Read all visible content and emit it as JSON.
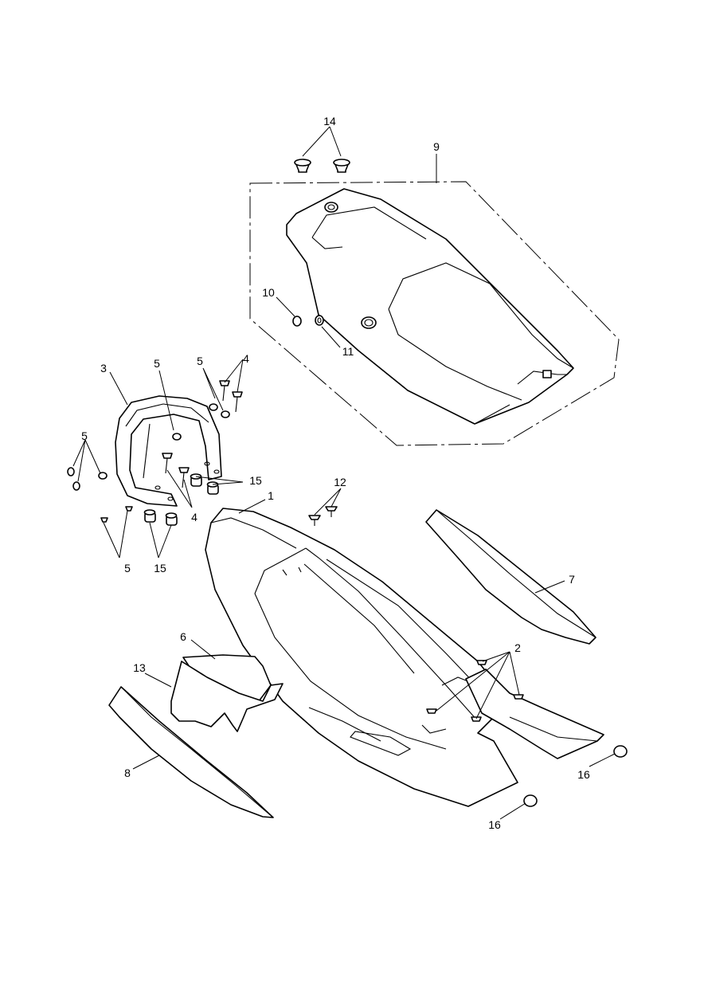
{
  "callouts": {
    "c1": "1",
    "c2": "2",
    "c3": "3",
    "c4a": "4",
    "c4b": "4",
    "c5a": "5",
    "c5b": "5",
    "c5c": "5",
    "c5d": "5",
    "c6": "6",
    "c7": "7",
    "c8": "8",
    "c9": "9",
    "c10": "10",
    "c11": "11",
    "c12": "12",
    "c13": "13",
    "c14": "14",
    "c15a": "15",
    "c15b": "15",
    "c16a": "16",
    "c16b": "16"
  }
}
